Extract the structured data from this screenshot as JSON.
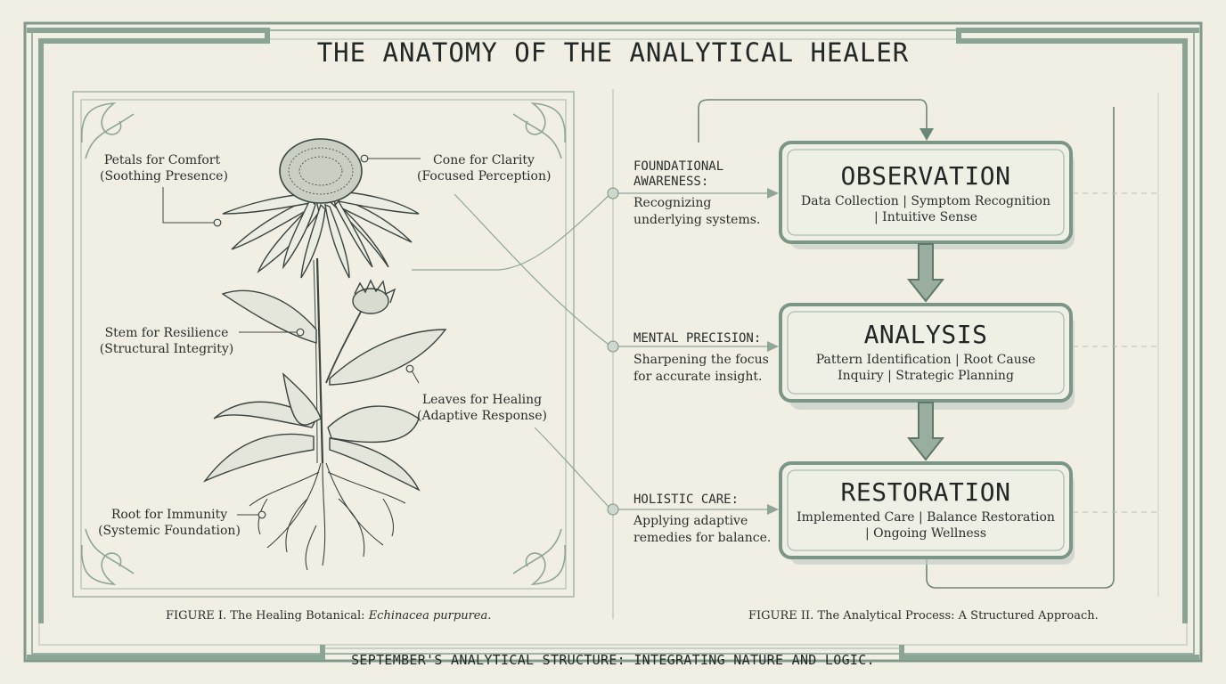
{
  "title": "THE ANATOMY OF THE ANALYTICAL HEALER",
  "footer": "SEPTEMBER'S ANALYTICAL STRUCTURE: INTEGRATING NATURE AND LOGIC.",
  "figure1": {
    "caption_prefix": "FIGURE I. The Healing Botanical: ",
    "caption_italic": "Echinacea purpurea",
    "caption_suffix": ".",
    "labels": {
      "petals": {
        "line1": "Petals for Comfort",
        "line2": "(Soothing Presence)"
      },
      "cone": {
        "line1": "Cone for Clarity",
        "line2": "(Focused Perception)"
      },
      "stem": {
        "line1": "Stem for Resilience",
        "line2": "(Structural Integrity)"
      },
      "leaves": {
        "line1": "Leaves for Healing",
        "line2": "(Adaptive Response)"
      },
      "root": {
        "line1": "Root for Immunity",
        "line2": "(Systemic Foundation)"
      }
    }
  },
  "figure2": {
    "caption": "FIGURE II. The Analytical Process: A Structured Approach.",
    "side_notes": [
      {
        "heading_line1": "FOUNDATIONAL",
        "heading_line2": "AWARENESS:",
        "body_line1": "Recognizing",
        "body_line2": "underlying systems."
      },
      {
        "heading_line1": "MENTAL PRECISION:",
        "heading_line2": "",
        "body_line1": "Sharpening the focus",
        "body_line2": "for accurate insight."
      },
      {
        "heading_line1": "HOLISTIC CARE:",
        "heading_line2": "",
        "body_line1": "Applying adaptive",
        "body_line2": "remedies for balance."
      }
    ],
    "steps": [
      {
        "title": "OBSERVATION",
        "line1": "Data Collection | Symptom Recognition",
        "line2": "| Intuitive Sense"
      },
      {
        "title": "ANALYSIS",
        "line1": "Pattern Identification | Root Cause",
        "line2": "Inquiry | Strategic Planning"
      },
      {
        "title": "RESTORATION",
        "line1": "Implemented Care | Balance Restoration",
        "line2": "| Ongoing Wellness"
      }
    ]
  },
  "colors": {
    "background": "#f1eee3",
    "frame": "#8aa596",
    "frame_dark": "#5e7a6b",
    "box_fill": "#eef0e6",
    "ink": "#2c322f"
  }
}
